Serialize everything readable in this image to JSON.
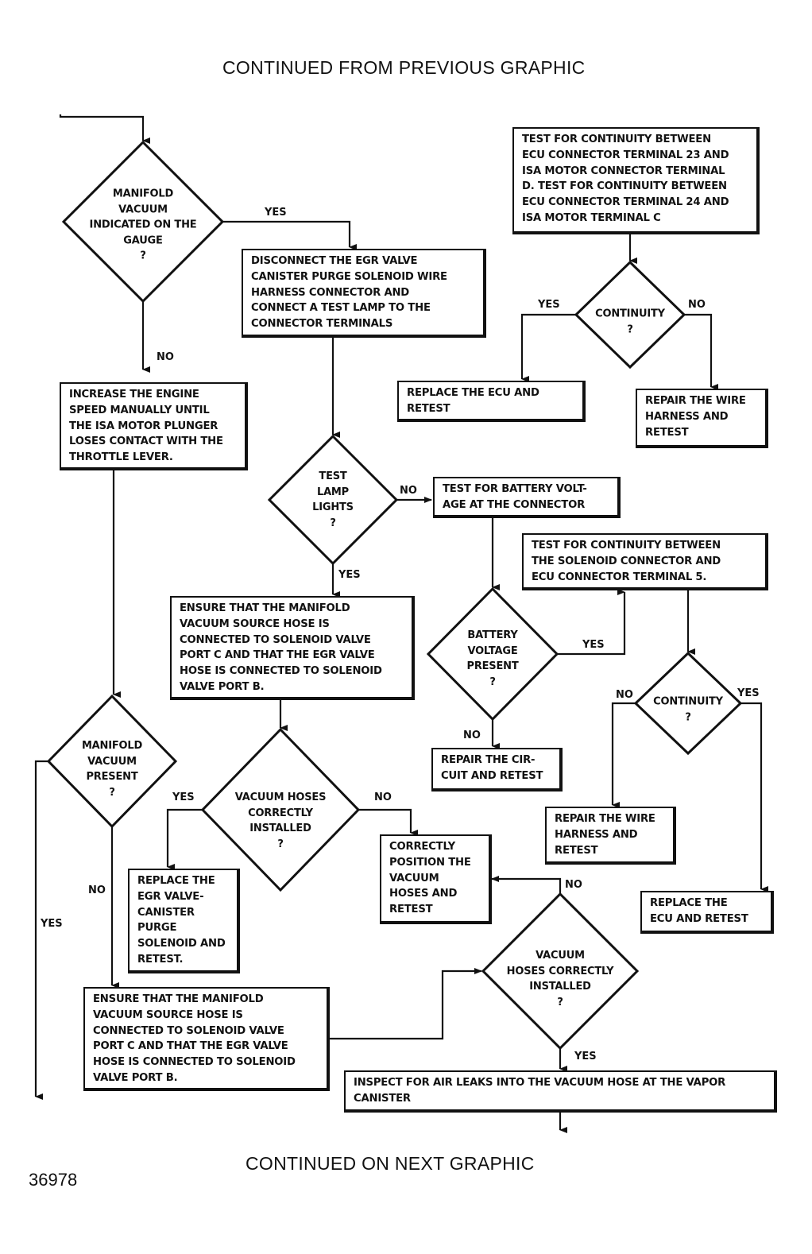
{
  "header": "CONTINUED FROM PREVIOUS GRAPHIC",
  "footer": "CONTINUED ON NEXT GRAPHIC",
  "figure_number": "36978",
  "nodes": {
    "d_manifold_gauge": "MANIFOLD\nVACUUM\nINDICATED ON THE\nGAUGE\n?",
    "b_disconnect_egr": "DISCONNECT THE EGR VALVE\nCANISTER PURGE SOLENOID WIRE\nHARNESS CONNECTOR AND\nCONNECT A TEST LAMP TO THE\nCONNECTOR TERMINALS",
    "b_test_continuity_23": "TEST FOR CONTINUITY BETWEEN\nECU CONNECTOR TERMINAL 23 AND\nISA MOTOR CONNECTOR TERMINAL\nD. TEST FOR CONTINUITY BETWEEN\nECU CONNECTOR TERMINAL 24 AND\nISA MOTOR TERMINAL C",
    "d_continuity_1": "CONTINUITY\n?",
    "b_replace_ecu_1": "REPLACE THE ECU AND\nRETEST",
    "b_repair_wire_1": "REPAIR THE WIRE\nHARNESS AND\nRETEST",
    "b_increase_speed": "INCREASE THE ENGINE\nSPEED MANUALLY UNTIL\nTHE ISA MOTOR PLUNGER\nLOSES CONTACT WITH THE\nTHROTTLE LEVER.",
    "d_test_lamp": "TEST\nLAMP\nLIGHTS\n?",
    "b_battery_voltage": "TEST FOR BATTERY VOLT-\nAGE AT THE CONNECTOR",
    "b_test_continuity_5": "TEST FOR CONTINUITY BETWEEN\nTHE SOLENOID CONNECTOR AND\nECU CONNECTOR TERMINAL 5.",
    "b_ensure_hose_1": "ENSURE THAT THE MANIFOLD\nVACUUM SOURCE HOSE IS\nCONNECTED TO SOLENOID VALVE\nPORT C AND THAT THE EGR VALVE\nHOSE IS CONNECTED TO SOLENOID\nVALVE PORT B.",
    "d_battery_present": "BATTERY\nVOLTAGE\nPRESENT\n?",
    "d_continuity_2": "CONTINUITY\n?",
    "d_manifold_present": "MANIFOLD\nVACUUM\nPRESENT\n?",
    "d_hoses_installed_1": "VACUUM HOSES\nCORRECTLY\nINSTALLED\n?",
    "b_repair_circuit": "REPAIR THE CIR-\nCUIT AND RETEST",
    "b_repair_wire_2": "REPAIR THE WIRE\nHARNESS AND\nRETEST",
    "b_correctly_position": "CORRECTLY\nPOSITION THE\nVACUUM\nHOSES AND\nRETEST",
    "b_replace_egr": "REPLACE THE\nEGR VALVE-\nCANISTER\nPURGE\nSOLENOID AND\nRETEST.",
    "b_replace_ecu_2": "REPLACE THE\nECU AND RETEST",
    "d_hoses_installed_2": "VACUUM\nHOSES CORRECTLY\nINSTALLED\n?",
    "b_ensure_hose_2": "ENSURE THAT THE MANIFOLD\nVACUUM SOURCE HOSE IS\nCONNECTED TO SOLENOID VALVE\nPORT C AND THAT THE EGR VALVE\nHOSE IS CONNECTED TO SOLENOID\nVALVE PORT B.",
    "b_inspect_leaks": "INSPECT FOR AIR LEAKS INTO THE VACUUM HOSE AT THE VAPOR\nCANISTER"
  },
  "edge_labels": {
    "yes": "YES",
    "no": "NO"
  }
}
